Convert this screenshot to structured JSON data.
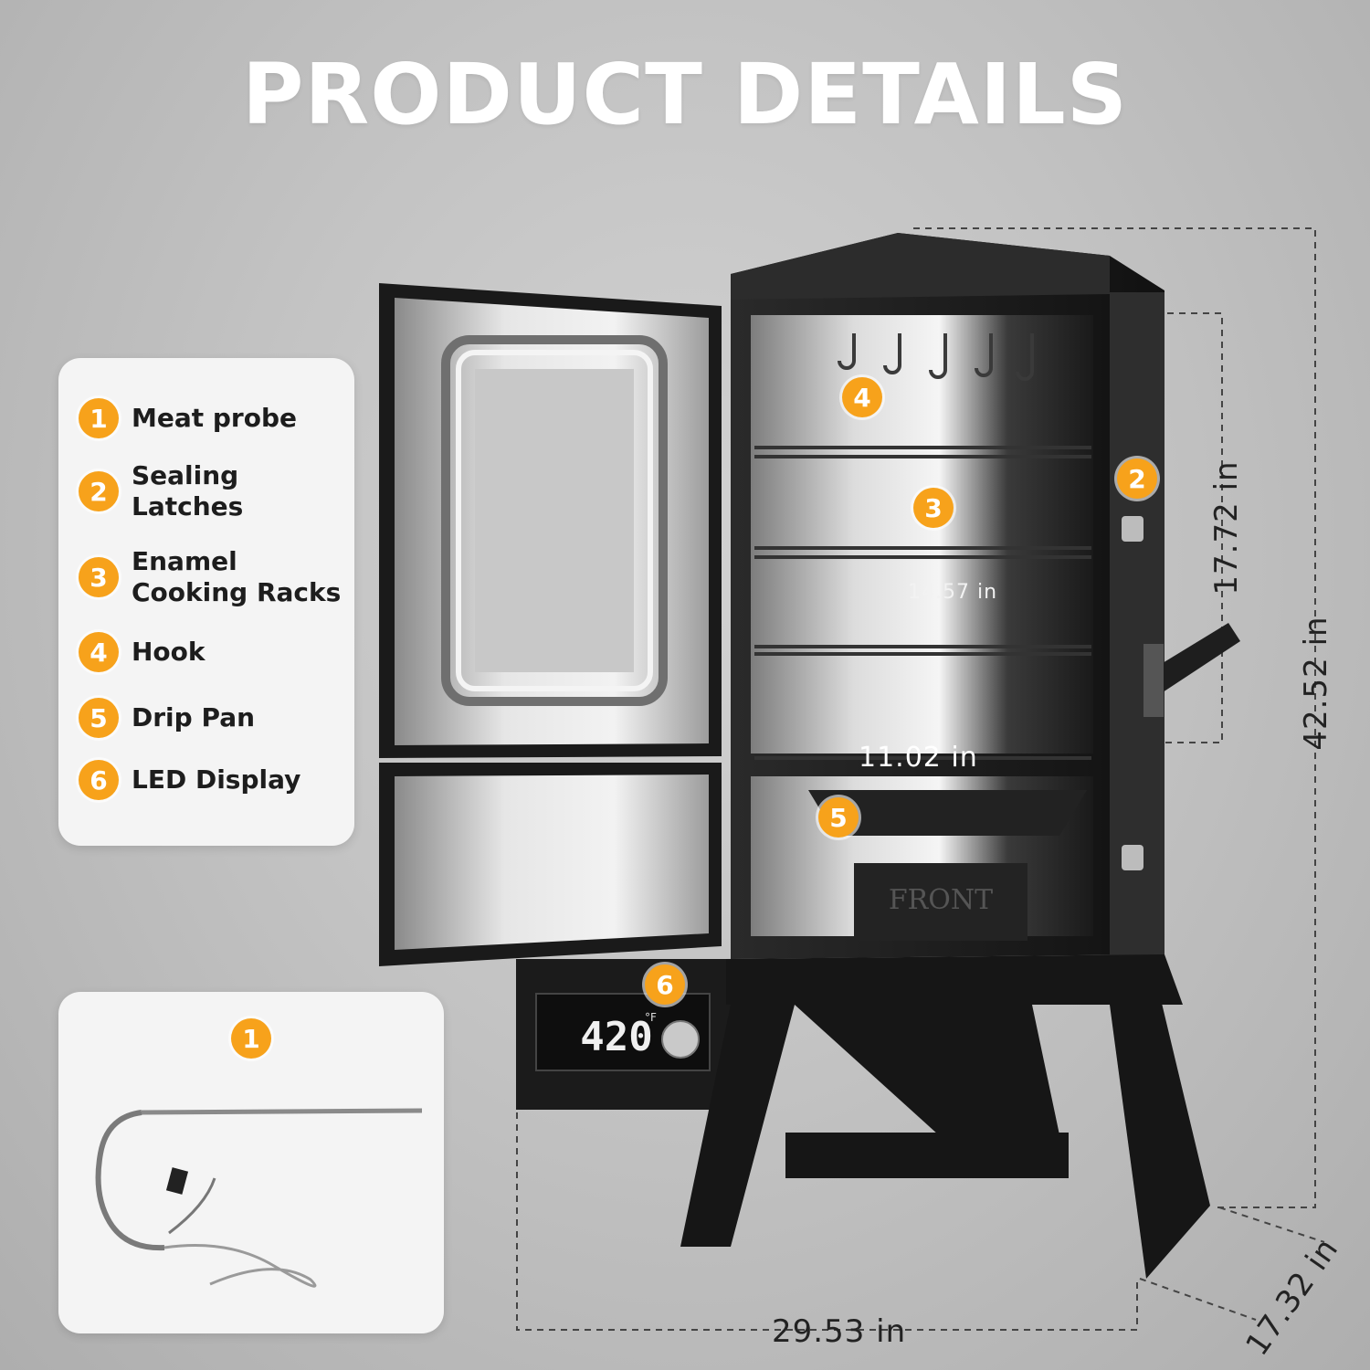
{
  "title": "PRODUCT DETAILS",
  "legend": [
    {
      "num": "1",
      "label": "Meat probe"
    },
    {
      "num": "2",
      "label": "Sealing\nLatches"
    },
    {
      "num": "3",
      "label": "Enamel\nCooking Racks"
    },
    {
      "num": "4",
      "label": "Hook"
    },
    {
      "num": "5",
      "label": "Drip Pan"
    },
    {
      "num": "6",
      "label": "LED Display"
    }
  ],
  "probe_badge": "1",
  "callouts": {
    "c2": "2",
    "c3": "3",
    "c4": "4",
    "c5": "5",
    "c6": "6"
  },
  "dimensions": {
    "rack_depth": "14.57 in",
    "inner_height": "17.72 in",
    "total_height": "42.52 in",
    "inner_width": "11.02 in",
    "total_width": "29.53 in",
    "depth": "17.32 in"
  },
  "display": {
    "temp": "420",
    "unit": "°F",
    "pan_label": "FRONT"
  },
  "colors": {
    "accent": "#f7a21b",
    "smoker_body": "#1c1c1c",
    "steel": "#d8d8d8"
  }
}
